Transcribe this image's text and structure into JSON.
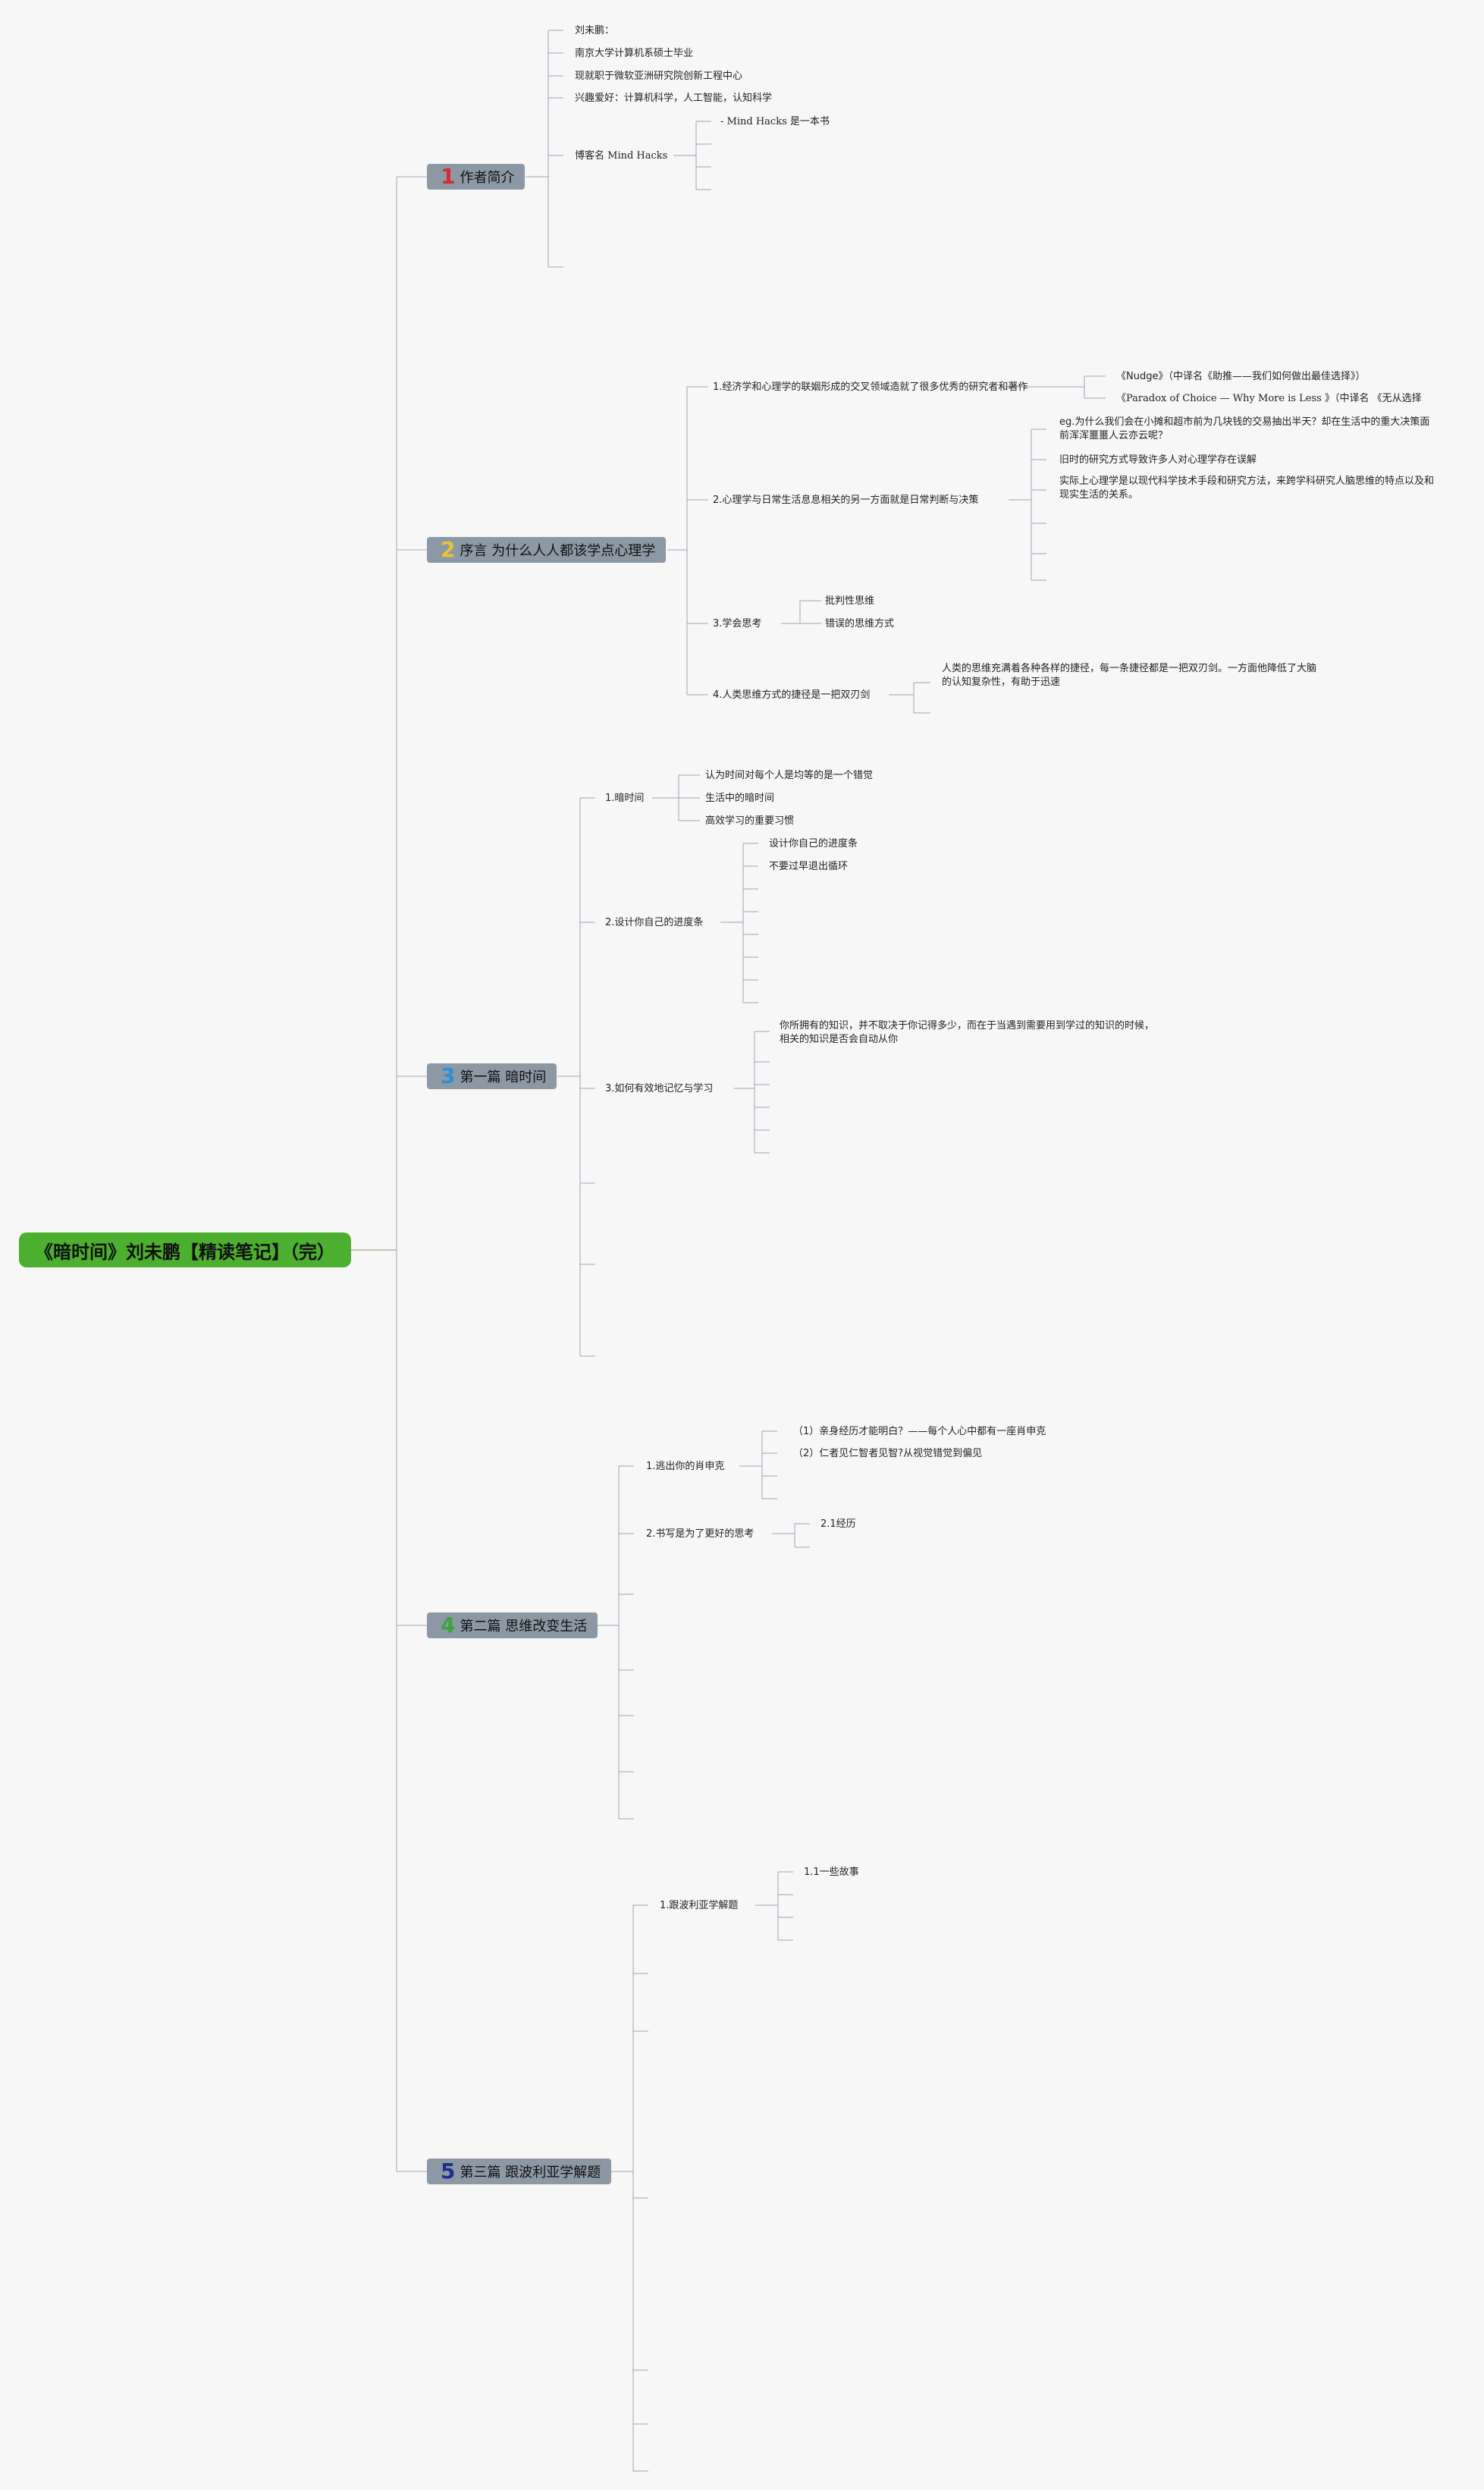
{
  "title": "《暗时间》刘未鹏【精读笔记】（完）",
  "sections": [
    {
      "num": "1",
      "num_color": "#d62a36",
      "label": "作者简介",
      "items": {
        "name": "刘未鹏：",
        "edu": "南京大学计算机系硕士毕业",
        "job": "现就职于微软亚洲研究院创新工程中心",
        "hobby": "兴趣爱好：计算机科学，人工智能，认知科学",
        "blog": "博客名 Mind Hacks",
        "blog_note": "- Mind Hacks 是一本书"
      }
    },
    {
      "num": "2",
      "num_color": "#e8c23c",
      "label": "序言 为什么人人都该学点心理学",
      "items": {
        "p1": "1.经济学和心理学的联姻形成的交叉领域造就了很多优秀的研究者和著作",
        "p1a": "《Nudge》（中译名《助推——我们如何做出最佳选择》）",
        "p1b": "《Paradox of Choice — Why More is Less 》（中译名 《无从选择",
        "p2": "2.心理学与日常生活息息相关的另一方面就是日常判断与决策",
        "p2a": "eg.为什么我们会在小摊和超市前为几块钱的交易抽出半天？却在生活中的重大决策面前浑浑噩噩人云亦云呢？",
        "p2b": "旧时的研究方式导致许多人对心理学存在误解",
        "p2c": "实际上心理学是以现代科学技术手段和研究方法，来跨学科研究人脑思维的特点以及和现实生活的关系。",
        "p3": "3.学会思考",
        "p3a": "批判性思维",
        "p3b": "错误的思维方式",
        "p4": "4.人类思维方式的捷径是一把双刃剑",
        "p4a": "人类的思维充满着各种各样的捷径，每一条捷径都是一把双刃剑。一方面他降低了大脑的认知复杂性，有助于迅速"
      }
    },
    {
      "num": "3",
      "num_color": "#2f8fd6",
      "label": "第一篇 暗时间",
      "items": {
        "q1": "1.暗时间",
        "q1a": "认为时间对每个人是均等的是一个错觉",
        "q1b": "生活中的暗时间",
        "q1c": "高效学习的重要习惯",
        "q2": "2.设计你自己的进度条",
        "q2a": "设计你自己的进度条",
        "q2b": "不要过早退出循环",
        "q3": "3.如何有效地记忆与学习",
        "q3a": "你所拥有的知识，并不取决于你记得多少，而在于当遇到需要用到学过的知识的时候，相关的知识是否会自动从你"
      }
    },
    {
      "num": "4",
      "num_color": "#3aa43a",
      "label": "第二篇 思维改变生活",
      "items": {
        "r1": "1.逃出你的肖申克",
        "r1a": "（1）亲身经历才能明白？——每个人心中都有一座肖申克",
        "r1b": "（2）仁者见仁智者见智?从视觉错觉到偏见",
        "r2": "2.书写是为了更好的思考",
        "r2a": "2.1经历"
      }
    },
    {
      "num": "5",
      "num_color": "#1a2f8f",
      "label": "第三篇 跟波利亚学解题",
      "items": {
        "s1": "1.跟波利亚学解题",
        "s1a": "1.1一些故事"
      }
    }
  ]
}
